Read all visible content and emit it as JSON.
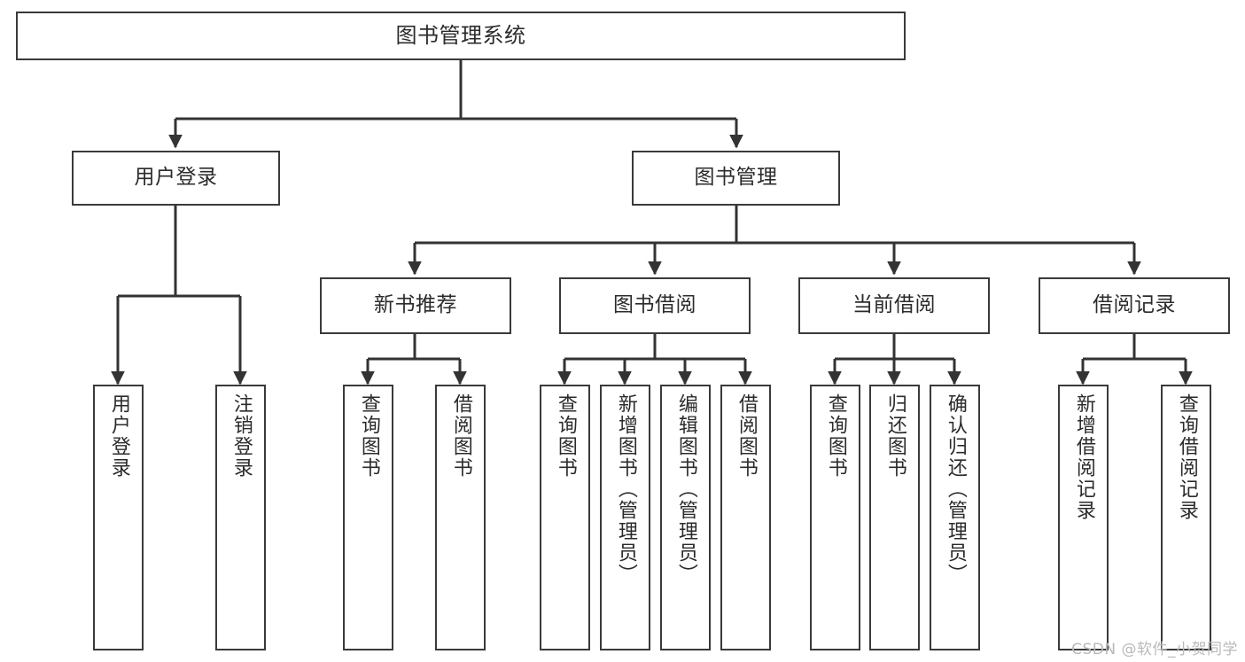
{
  "diagram": {
    "type": "tree",
    "title": "图书管理系统",
    "orientation": "top-down",
    "edge_color": "#333333",
    "box_border_color": "#3a3a3a",
    "box_fill_color": "#ffffff",
    "watermark": "CSDN @软件_小贺同学",
    "nodes": {
      "root": {
        "label": "图书管理系统",
        "level": 1
      },
      "l2": [
        {
          "id": "user-login",
          "label": "用户登录",
          "level": 2
        },
        {
          "id": "book-manage",
          "label": "图书管理",
          "level": 2
        }
      ],
      "l3": [
        {
          "id": "new-book-recommend",
          "label": "新书推荐",
          "level": 3,
          "parent": "book-manage"
        },
        {
          "id": "book-borrow",
          "label": "图书借阅",
          "level": 3,
          "parent": "book-manage"
        },
        {
          "id": "current-borrow",
          "label": "当前借阅",
          "level": 3,
          "parent": "book-manage"
        },
        {
          "id": "borrow-record",
          "label": "借阅记录",
          "level": 3,
          "parent": "book-manage"
        }
      ],
      "leaves": [
        {
          "id": "leaf-user-login",
          "label": "用户登录",
          "parent": "user-login"
        },
        {
          "id": "leaf-user-logout",
          "label": "注销登录",
          "parent": "user-login"
        },
        {
          "id": "leaf-query-book-1",
          "label": "查询图书",
          "parent": "new-book-recommend"
        },
        {
          "id": "leaf-borrow-book-1",
          "label": "借阅图书",
          "parent": "new-book-recommend"
        },
        {
          "id": "leaf-query-book-2",
          "label": "查询图书",
          "parent": "book-borrow"
        },
        {
          "id": "leaf-add-book",
          "label": "新增图书（管理员）",
          "parent": "book-borrow"
        },
        {
          "id": "leaf-edit-book",
          "label": "编辑图书（管理员）",
          "parent": "book-borrow"
        },
        {
          "id": "leaf-borrow-book-2",
          "label": "借阅图书",
          "parent": "book-borrow"
        },
        {
          "id": "leaf-query-book-3",
          "label": "查询图书",
          "parent": "current-borrow"
        },
        {
          "id": "leaf-return-book",
          "label": "归还图书",
          "parent": "current-borrow"
        },
        {
          "id": "leaf-confirm-return",
          "label": "确认归还（管理员）",
          "parent": "current-borrow"
        },
        {
          "id": "leaf-add-record",
          "label": "新增借阅记录",
          "parent": "borrow-record"
        },
        {
          "id": "leaf-query-record",
          "label": "查询借阅记录",
          "parent": "borrow-record"
        }
      ]
    }
  }
}
